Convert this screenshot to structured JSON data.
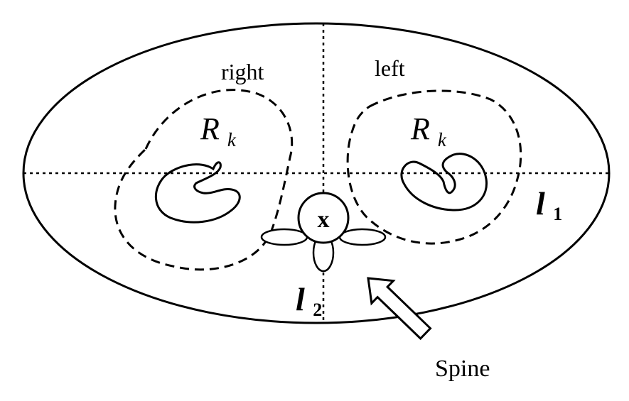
{
  "labels": {
    "right": "right",
    "left": "left",
    "region_right_main": "R",
    "region_right_sub": "k",
    "region_left_main": "R",
    "region_left_sub": "k",
    "l1_main": "l",
    "l1_sub": "1",
    "l2_main": "l",
    "l2_sub": "2",
    "center": "x",
    "spine": "Spine"
  },
  "colors": {
    "stroke": "#000000",
    "background": "#ffffff"
  },
  "icons": {
    "pointer": "hollow-arrow-icon"
  }
}
